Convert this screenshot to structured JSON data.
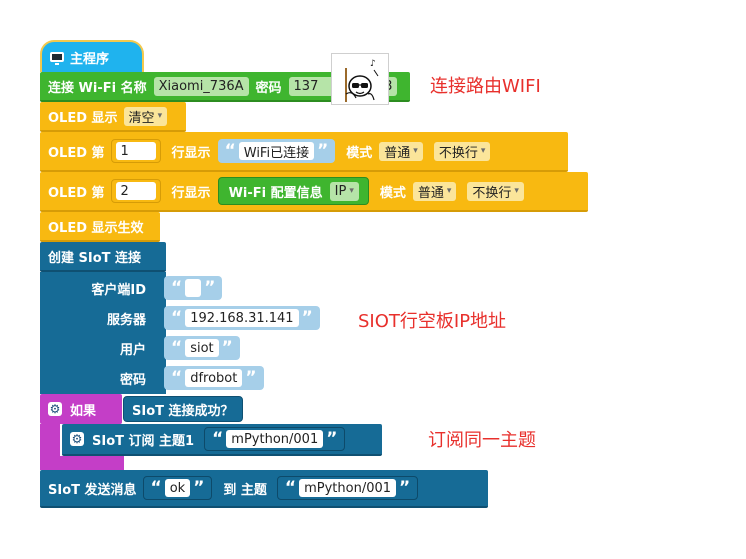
{
  "hat": {
    "label": "主程序",
    "icon": "monitor-icon"
  },
  "wifi": {
    "label": "连接 Wi-Fi 名称",
    "ssid": "Xiaomi_736A",
    "pwd_label": "密码",
    "pwd_value_start": "137",
    "pwd_value_end": "3"
  },
  "oled_clear": {
    "label": "OLED 显示",
    "option": "清空"
  },
  "oled_line1": {
    "prefix": "OLED 第",
    "line": "1",
    "mid": "行显示",
    "text": "WiFi已连接",
    "mode_label": "模式",
    "mode": "普通",
    "wrap": "不换行"
  },
  "oled_line2": {
    "prefix": "OLED 第",
    "line": "2",
    "mid": "行显示",
    "info_label": "Wi-Fi 配置信息",
    "info_option": "IP",
    "mode_label": "模式",
    "mode": "普通",
    "wrap": "不换行"
  },
  "oled_show": {
    "label": "OLED 显示生效"
  },
  "siot_connect": {
    "label": "创建 SIoT 连接",
    "client_label": "客户端ID",
    "client_value": "",
    "server_label": "服务器",
    "server_value": "192.168.31.141",
    "user_label": "用户",
    "user_value": "siot",
    "pass_label": "密码",
    "pass_value": "dfrobot"
  },
  "if_block": {
    "label": "如果",
    "condition": "SIoT 连接成功？"
  },
  "subscribe": {
    "label": "SIoT 订阅 主题1",
    "topic": "mPython/001"
  },
  "send": {
    "label": "SIoT 发送消息",
    "message": "ok",
    "topic_label": "到 主题",
    "topic": "mPython/001"
  },
  "annotations": {
    "wifi_note": "连接路由WIFI",
    "siot_note": "SIOT行空板IP地址",
    "subscribe_note": "订阅同一主题"
  },
  "colors": {
    "hat": "#1fb3ee",
    "wifi": "#3fb52f",
    "oled": "#f8b911",
    "siot": "#166b96",
    "logic": "#c43ec7",
    "note": "#e8302c"
  }
}
